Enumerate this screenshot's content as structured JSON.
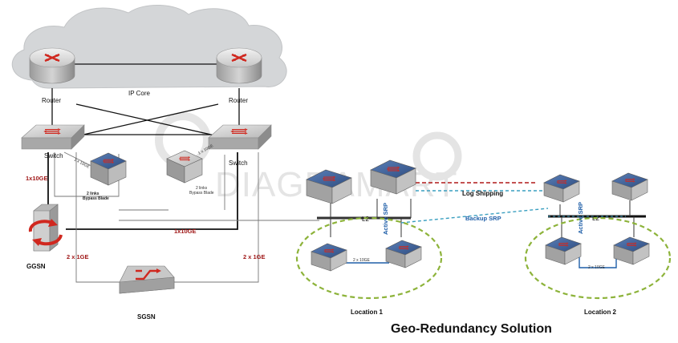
{
  "labels": {
    "ip_core": "IP Core",
    "router_left": "Router",
    "router_right": "Router",
    "switch_left": "Switch",
    "switch_right": "Switch",
    "ggsn": "GGSN",
    "sgsn": "SGSN",
    "link_1x10ge_vertical": "1x10GE",
    "link_1x10ge_horizontal": "1x10GE",
    "link_2x1ge_left": "2 x 1GE",
    "link_2x1ge_right": "2 x 1GE",
    "link_1x10ge_small": "1 x 10GE",
    "link_1x10ge_small_right": "1 x 10GE",
    "bypass_blade_left_1": "2 links",
    "bypass_blade_left_2": "Bypass Blade",
    "bypass_blade_right_1": "2 links",
    "bypass_blade_right_2": "Bypass Blade",
    "l2_left": "L2",
    "l2_right": "L2",
    "active_srp_left": "Active SRP",
    "active_srp_right": "Active SRP",
    "log_shipping": "Log Shipping",
    "backup_srp": "Backup SRP",
    "loc1_link": "2 x 10GE",
    "loc2_link": "2 x 10GE",
    "location_1": "Location 1",
    "location_2": "Location 2",
    "title": "Geo-Redundancy Solution",
    "watermark": "DIAGRAMART"
  },
  "colors": {
    "link_red": "#b01818",
    "link_blue": "#1f5fa8",
    "backup_cyan": "#3a9fc0",
    "location_green": "#8db33a",
    "cloud": "#d6d8da",
    "device_blue": "#3f5f93"
  }
}
